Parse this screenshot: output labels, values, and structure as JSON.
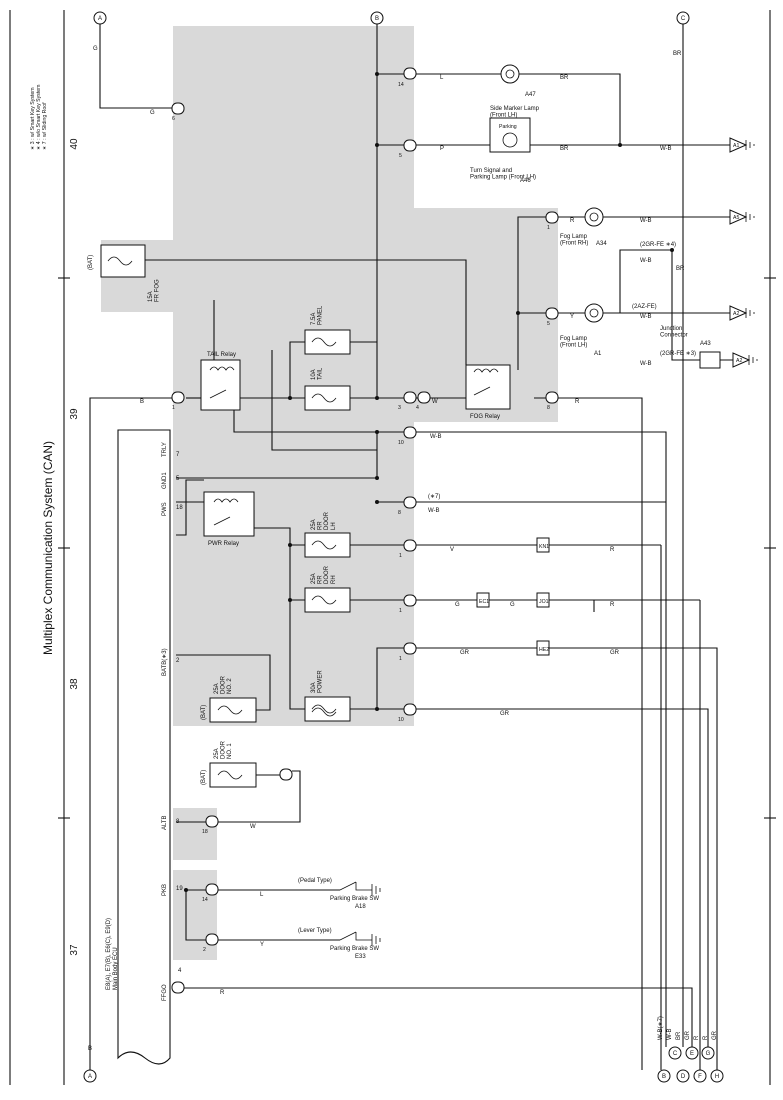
{
  "page_title": "Multiplex Communication System (CAN)",
  "section_numbers": [
    "37",
    "38",
    "39",
    "40"
  ],
  "notes": [
    "∗ 3 : w/ Smart Key System",
    "∗ 4 : w/o Smart Key System",
    "∗ 7 : w/ Sliding Roof"
  ],
  "ecu": {
    "connectors": "E8(A), E7(B), E6(C), E9(D)",
    "name": "Main Body ECU"
  },
  "ecu_pins": {
    "ffgo": "FFGO",
    "pkb": "PKB",
    "altb": "ALTB",
    "batb": "BATB(∗3)",
    "pws": "PWS",
    "gnd1": "GND1",
    "trly": "TRLY",
    "ffgo_num": "4",
    "pkb_num": "19",
    "altb_num": "8",
    "batb_num": "2",
    "pws_num": "18",
    "gnd1_num": "5",
    "trly_num": "7"
  },
  "off_page": [
    "A",
    "B",
    "C",
    "D",
    "E",
    "F",
    "G",
    "H"
  ],
  "fuses": {
    "fr_fog": "15A\nFR FOG",
    "panel": "7.5A\nPANEL",
    "tail": "10A\nTAIL",
    "rr_door_lh": "25A\nRR\nDOOR\nLH",
    "rr_door_rh": "25A\nRR\nDOOR\nRH",
    "power": "30A\nPOWER",
    "door_no2": "25A\nDOOR\nNO. 2",
    "door_no1": "25A\nDOOR\nNO. 1"
  },
  "bat": "(BAT)",
  "relays": {
    "tail": "TAIL Relay",
    "pwr": "PWR Relay",
    "fog": "FOG Relay"
  },
  "components": {
    "a47_id": "A47",
    "a47_name": "Side Marker Lamp\n(Front LH)",
    "a46_id": "A46",
    "a46_name": "Turn Signal and\nParking Lamp (Front LH)",
    "a46_inner": "Parking",
    "a34_id": "A34",
    "a34_name": "Fog Lamp\n(Front RH)",
    "a1_id": "A1",
    "a1_name": "Fog Lamp\n(Front LH)",
    "a43_id": "A43",
    "a43_name": "Junction\nConnector",
    "a18_id": "A18",
    "a18_name": "Parking Brake SW",
    "a18_type": "(Pedal Type)",
    "e33_id": "E33",
    "e33_name": "Parking Brake SW",
    "e33_type": "(Lever Type)"
  },
  "grounds": [
    "A1",
    "A5",
    "A2",
    "A2"
  ],
  "variants": {
    "gr4": "(2GR-FE ∗4)",
    "az": "(2AZ-FE)",
    "gr3": "(2GR-FE ∗3)"
  },
  "connectors": [
    "KN1",
    "EC1",
    "JO1",
    "HE2"
  ],
  "wire_colors": {
    "g": "G",
    "l": "L",
    "p": "P",
    "br": "BR",
    "wb": "W-B",
    "r": "R",
    "y": "Y",
    "w": "W",
    "b": "B",
    "v": "V",
    "gr": "GR",
    "wb7": "W-B(∗7)",
    "s7": "(∗7)"
  },
  "pin_labels": {
    "p14": "14",
    "p5": "5",
    "p6": "6",
    "p1": "1",
    "p3": "3",
    "p4": "4",
    "p10": "10",
    "p8": "8",
    "p7": "7",
    "p2": "2",
    "p18": "18",
    "p19": "19"
  }
}
